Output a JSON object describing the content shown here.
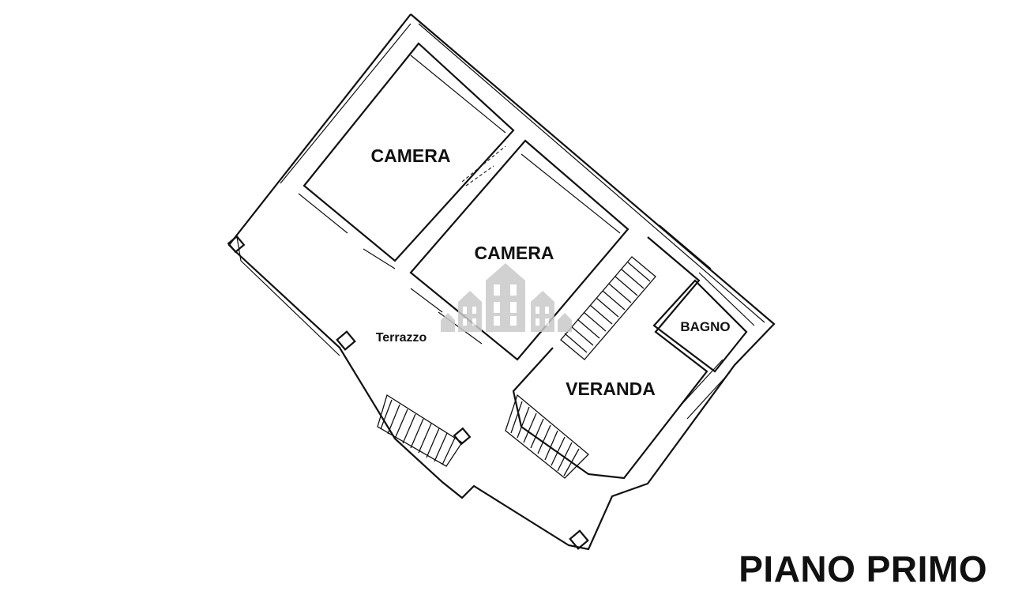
{
  "rooms": {
    "camera_1": "CAMERA",
    "camera_2": "CAMERA",
    "bagno": "BAGNO",
    "veranda": "VERANDA",
    "terrazzo": "Terrazzo"
  },
  "title": "PIANO PRIMO",
  "watermark_icon": "buildings-icon",
  "colors": {
    "ink": "#111111",
    "background": "#ffffff",
    "watermark": "#c9c9c9"
  }
}
